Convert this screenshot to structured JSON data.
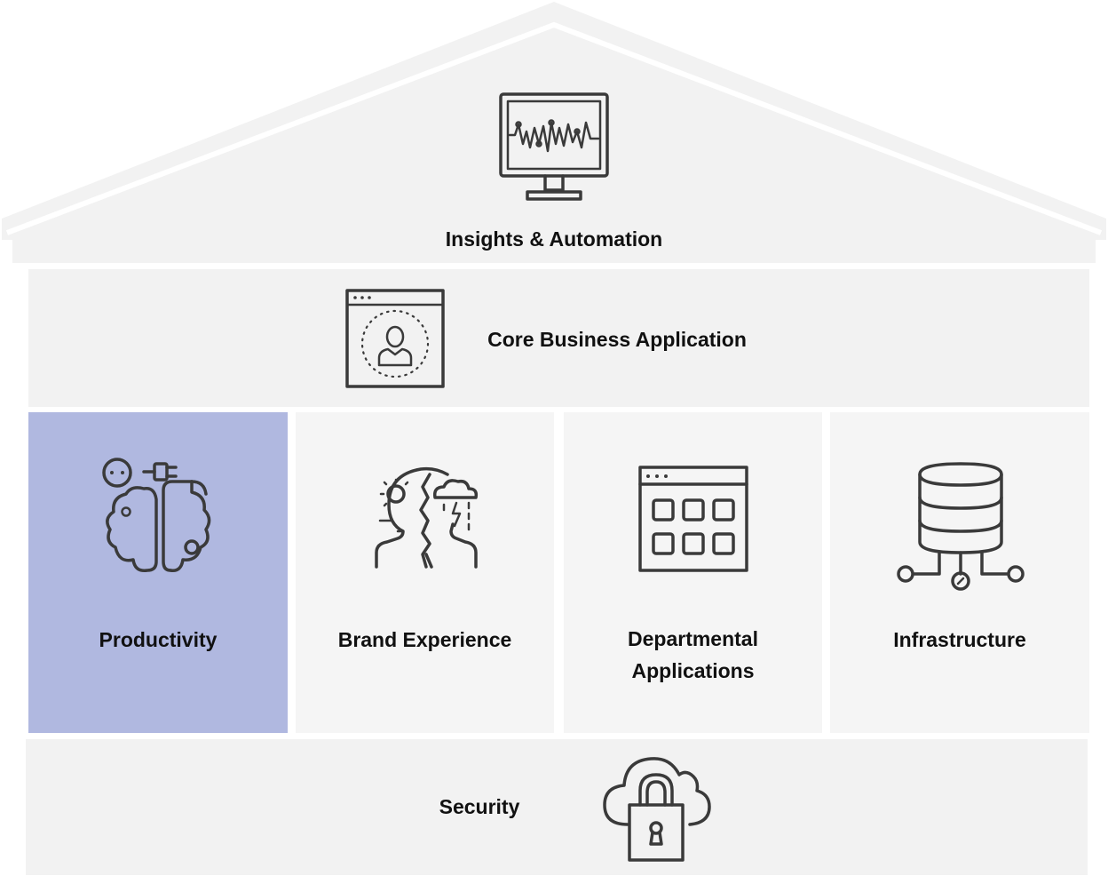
{
  "roof": {
    "label": "Insights & Automation",
    "icon": "monitor-chart-icon"
  },
  "core": {
    "label": "Core Business Application",
    "icon": "app-window-user-icon"
  },
  "pillars": [
    {
      "label": "Productivity",
      "icon": "brain-plug-icon",
      "highlighted": true
    },
    {
      "label": "Brand Experience",
      "icon": "mood-heads-icon",
      "highlighted": false
    },
    {
      "label_line1": "Departmental",
      "label_line2": "Applications",
      "icon": "app-grid-window-icon",
      "highlighted": false
    },
    {
      "label": "Infrastructure",
      "icon": "database-network-icon",
      "highlighted": false
    }
  ],
  "foundation": {
    "label": "Security",
    "icon": "cloud-lock-icon"
  },
  "colors": {
    "band": "#f2f2f2",
    "pillar": "#f5f5f5",
    "highlight": "#b0b8e0",
    "icon": "#3a3a3a"
  }
}
